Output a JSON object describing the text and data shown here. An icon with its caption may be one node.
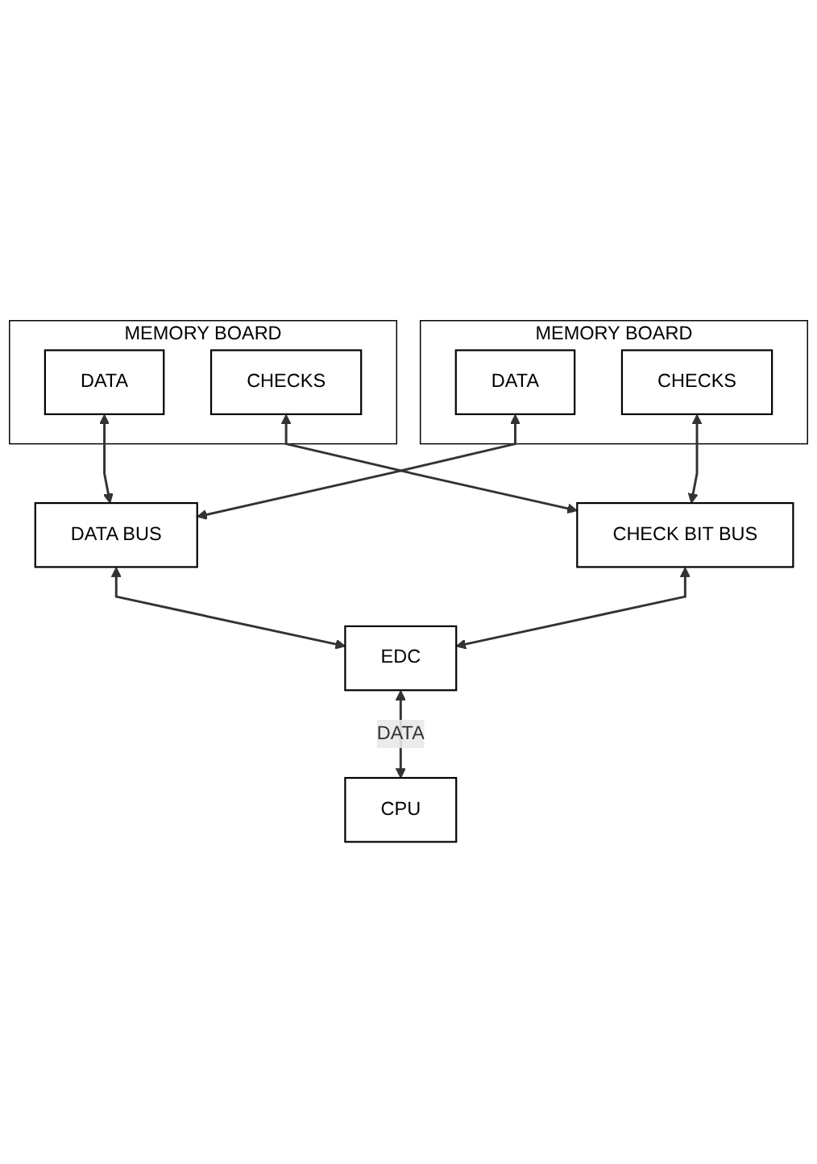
{
  "diagram": {
    "nodes": [
      {
        "text": [
          "DATA BUS"
        ]
      },
      {
        "text": [
          "CHECK BIT BUS"
        ]
      },
      {
        "text": [
          "MEMORY BOARD"
        ]
      },
      {
        "text": [
          "DATA"
        ],
        "in": 2
      },
      {
        "text": [
          "CHECKS"
        ],
        "in": 2
      },
      {
        "text": [
          "MEMORY BOARD"
        ]
      },
      {
        "text": [
          "DATA"
        ],
        "in": 5
      },
      {
        "text": [
          "CHECKS"
        ],
        "in": 5
      },
      {
        "text": [
          "EDC"
        ]
      },
      {
        "text": [
          "CPU"
        ]
      }
    ],
    "edges": [
      {
        "from": 3,
        "to": 0,
        "arrow": "both"
      },
      {
        "from": 4,
        "to": 1,
        "arrow": "both"
      },
      {
        "from": 6,
        "to": 0,
        "arrow": "both"
      },
      {
        "from": 7,
        "to": 1,
        "arrow": "both"
      },
      {
        "from": 0,
        "to": 8,
        "arrow": "both"
      },
      {
        "from": 1,
        "to": 8,
        "arrow": "both"
      },
      {
        "from": 8,
        "to": 9,
        "label": "DATA",
        "arrow": "both"
      }
    ]
  }
}
